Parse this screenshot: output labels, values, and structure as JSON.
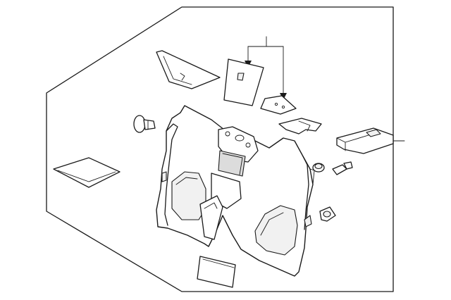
{
  "diagram": {
    "type": "exploded-parts-view",
    "background": "#ffffff",
    "line_color": "#1a1a1a",
    "parts": [
      {
        "id": "rear-console-housing",
        "icon": "console-housing"
      },
      {
        "id": "trim-cover-upper-left",
        "icon": "trim-panel"
      },
      {
        "id": "lid-panel",
        "icon": "lid"
      },
      {
        "id": "bracket-plate",
        "icon": "bracket"
      },
      {
        "id": "retainer-clip",
        "icon": "clip"
      },
      {
        "id": "push-pin-fastener",
        "icon": "push-pin"
      },
      {
        "id": "floor-mat-pad",
        "icon": "pad"
      },
      {
        "id": "control-module",
        "icon": "module"
      },
      {
        "id": "grommet",
        "icon": "grommet"
      },
      {
        "id": "latch-rod",
        "icon": "latch"
      },
      {
        "id": "small-bezel",
        "icon": "bezel"
      },
      {
        "id": "lower-pad",
        "icon": "pad"
      }
    ],
    "callouts": [
      {
        "id": "callout-main",
        "label": ""
      },
      {
        "id": "callout-split",
        "label": ""
      }
    ]
  }
}
